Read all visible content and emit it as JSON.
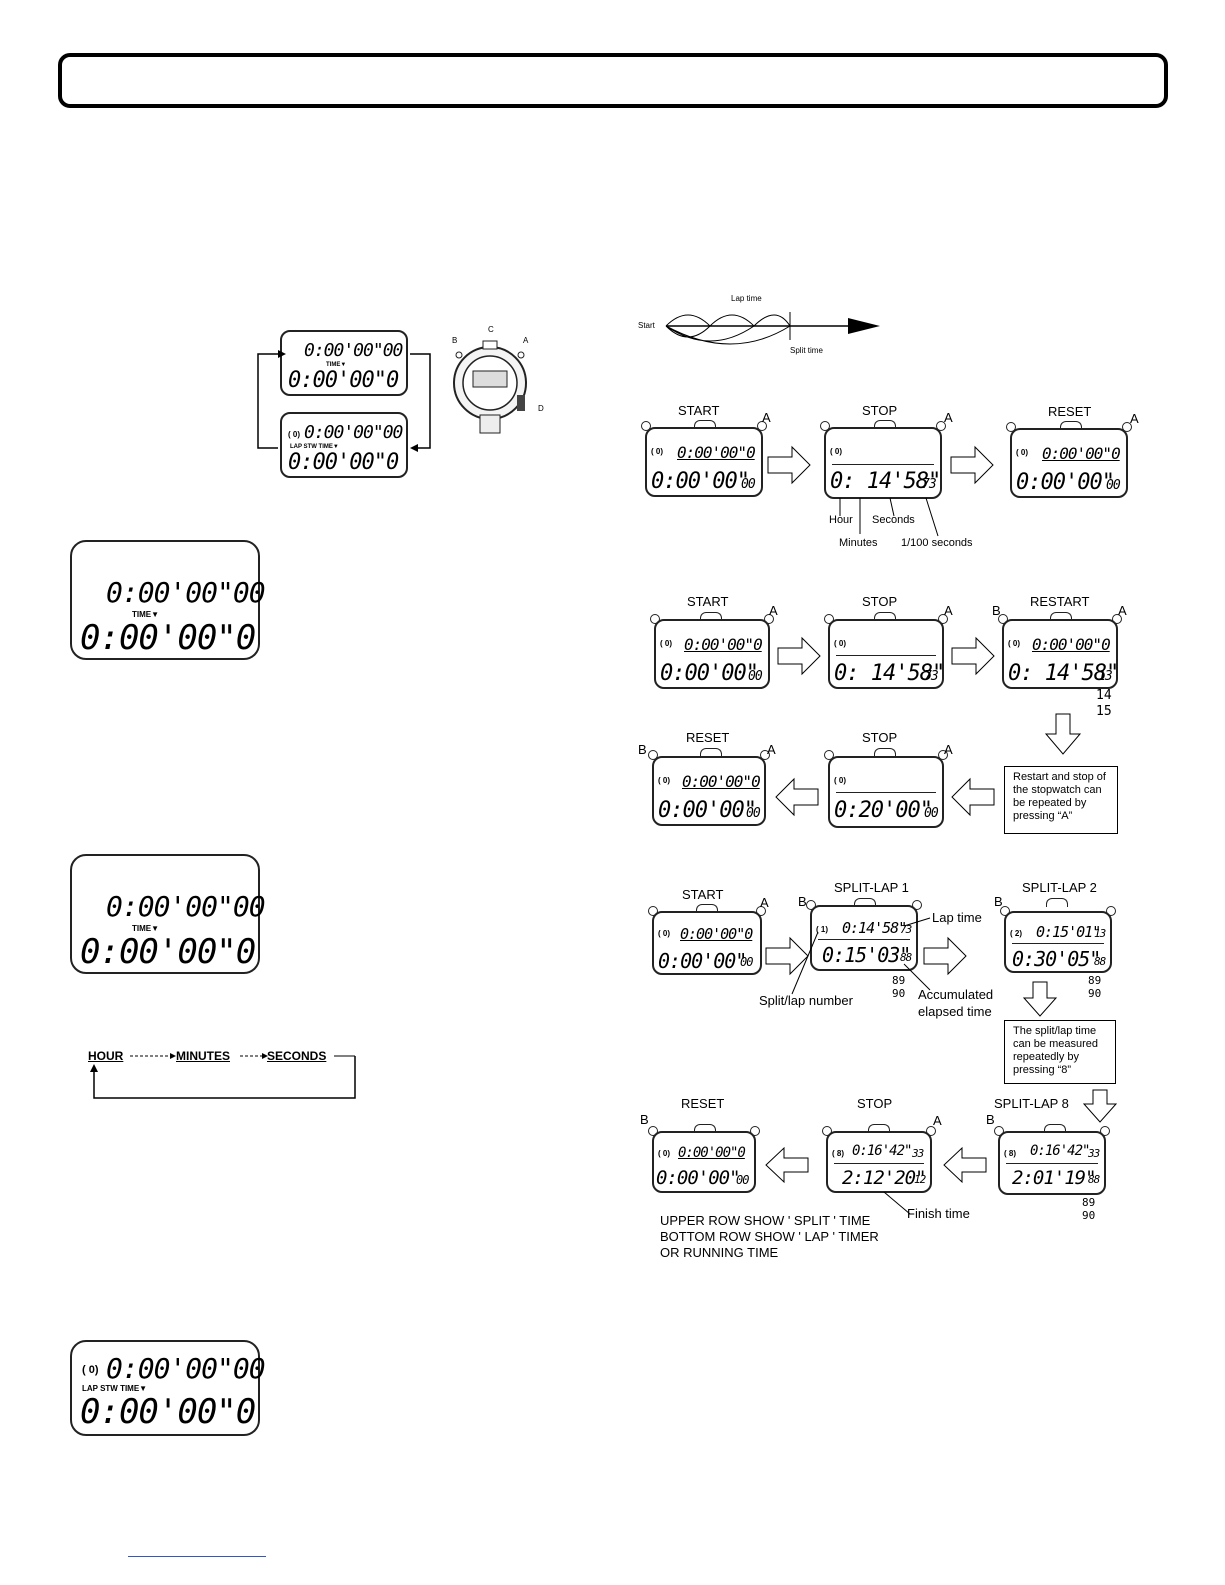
{
  "lcd_basic": {
    "top": "0:00'00\"00",
    "marker": "TIME▼",
    "bottom": "0:00'00\"0"
  },
  "lcd_stw": {
    "lapnum": "( 0)",
    "top": "0:00'00\"00",
    "marker": "LAP STW TIME▼",
    "bottom": "0:00'00\"0"
  },
  "watch": {
    "label_b": "B",
    "label_c": "C",
    "label_a": "A",
    "label_d": "D"
  },
  "split_diagram": {
    "start": "Start",
    "lap_time": "Lap time",
    "split_time": "Split time"
  },
  "row1": {
    "start": {
      "label": "START",
      "btn": "A",
      "lap": "( 0)",
      "top": "0:00'00\"0",
      "bottom": "0:00'00\"",
      "bottom_small": "00"
    },
    "stop": {
      "label": "STOP",
      "btn": "A",
      "lap": "( 0)",
      "bottom": "0: 14'58\"",
      "bottom_small": "73"
    },
    "reset": {
      "label": "RESET",
      "btn": "A",
      "lap": "( 0)",
      "top": "0:00'00\"0",
      "bottom": "0:00'00\"",
      "bottom_small": "00"
    },
    "annot": {
      "hour": "Hour",
      "minutes": "Minutes",
      "seconds": "Seconds",
      "hundredths": "1/100 seconds"
    }
  },
  "row2": {
    "start": {
      "label": "START",
      "btn": "A",
      "lap": "( 0)",
      "top": "0:00'00\"0",
      "bottom": "0:00'00\"",
      "bottom_small": "00"
    },
    "stop": {
      "label": "STOP",
      "btn": "A",
      "lap": "( 0)",
      "bottom": "0: 14'58\"",
      "bottom_small": "73"
    },
    "restart": {
      "label": "RESTART",
      "btn_b": "B",
      "btn": "A",
      "lap": "( 0)",
      "top": "0:00'00\"0",
      "bottom": "0: 14'58\"",
      "bottom_small": "13",
      "ticker1": "14",
      "ticker2": "15"
    }
  },
  "row3": {
    "reset": {
      "label": "RESET",
      "btn_b": "B",
      "btn": "A",
      "lap": "( 0)",
      "top": "0:00'00\"0",
      "bottom": "0:00'00\"",
      "bottom_small": "00"
    },
    "stop": {
      "label": "STOP",
      "btn": "A",
      "lap": "( 0)",
      "bottom": "0:20'00\"",
      "bottom_small": "00"
    },
    "note": "Restart and stop of the stopwatch can be repeated by pressing “A”"
  },
  "row4": {
    "start": {
      "label": "START",
      "btn": "A",
      "lap": "( 0)",
      "top": "0:00'00\"0",
      "bottom": "0:00'00\"",
      "bottom_small": "00"
    },
    "split1": {
      "label": "SPLIT-LAP 1",
      "btn_b": "B",
      "lap": "( 1)",
      "top": "0:14'58\"",
      "top_small": "73",
      "bottom": "0:15'03\"",
      "bottom_small": "88",
      "ticker1": "89",
      "ticker2": "90"
    },
    "split2": {
      "label": "SPLIT-LAP 2",
      "btn_b": "B",
      "lap": "( 2)",
      "top": "0:15'01\"",
      "top_small": "13",
      "bottom": "0:30'05\"",
      "bottom_small": "88",
      "ticker1": "89",
      "ticker2": "90"
    },
    "annot": {
      "lap_time": "Lap time",
      "split_number": "Split/lap number",
      "accum1": "Accumulated",
      "accum2": "elapsed time"
    },
    "note": "The split/lap time can be measured repeatedly by pressing “8”"
  },
  "row5": {
    "reset": {
      "label": "RESET",
      "btn_b": "B",
      "lap": "( 0)",
      "top": "0:00'00\"0",
      "bottom": "0:00'00\"",
      "bottom_small": "00"
    },
    "stop": {
      "label": "STOP",
      "btn": "A",
      "lap": "( 8)",
      "top": "0:16'42\"",
      "top_small": "33",
      "bottom": "2:12'20\"",
      "bottom_small": "12"
    },
    "split8": {
      "label": "SPLIT-LAP 8",
      "btn_b": "B",
      "lap": "( 8)",
      "top": "0:16'42\"",
      "top_small": "33",
      "bottom": "2:01'19\"",
      "bottom_small": "88",
      "ticker1": "89",
      "ticker2": "90"
    },
    "annot": {
      "finish": "Finish time"
    }
  },
  "caption": {
    "line1": "UPPER ROW SHOW ' SPLIT ' TIME",
    "line2": "BOTTOM ROW SHOW ' LAP ' TIMER",
    "line3": "OR RUNNING TIME"
  },
  "set_cycle": {
    "hour": "HOUR",
    "minutes": "MINUTES",
    "seconds": "SECONDS"
  }
}
